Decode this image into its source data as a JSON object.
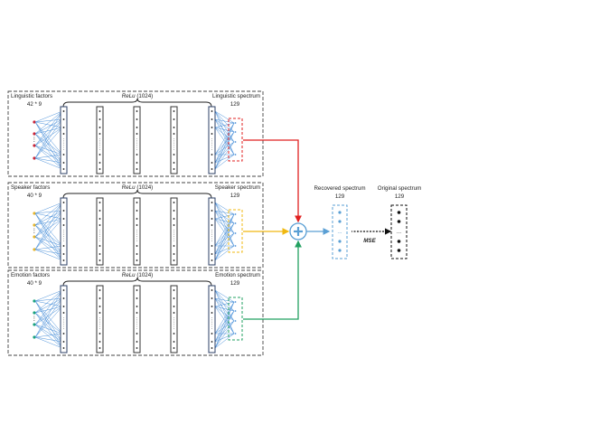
{
  "blocks": [
    {
      "id": "linguistic",
      "input_label": "Linguistic factors",
      "input_dims": "42 * 9",
      "hidden_label_prefix": "ReLu",
      "hidden_label_suffix": " (1024)",
      "output_label": "Linguistic spectrum",
      "output_dims": "129",
      "color": "#cc2233",
      "out_color": "#e02020"
    },
    {
      "id": "speaker",
      "input_label": "Speaker factors",
      "input_dims": "40 * 9",
      "hidden_label_prefix": "ReLu",
      "hidden_label_suffix": " (1024)",
      "output_label": "Speaker spectrum",
      "output_dims": "129",
      "color": "#e6b52b",
      "out_color": "#f0b810"
    },
    {
      "id": "emotion",
      "input_label": "Emotion factors",
      "input_dims": "40 * 9",
      "hidden_label_prefix": "ReLu",
      "hidden_label_suffix": " (1024)",
      "output_label": "Emotion spectrum",
      "output_dims": "129",
      "color": "#1aa37a",
      "out_color": "#22a060"
    }
  ],
  "recovered": {
    "label": "Recovered spectrum",
    "dims": "129",
    "color": "#5a9fd4"
  },
  "original": {
    "label": "Original spectrum",
    "dims": "129"
  },
  "loss_label": "MSE",
  "ellipsis": "...",
  "colors": {
    "frame": "#444444",
    "layer": "#333333",
    "connection": "#4a90d9",
    "sum": "#5a9fd4"
  },
  "icons": {
    "sum": "plus-circle-icon"
  }
}
